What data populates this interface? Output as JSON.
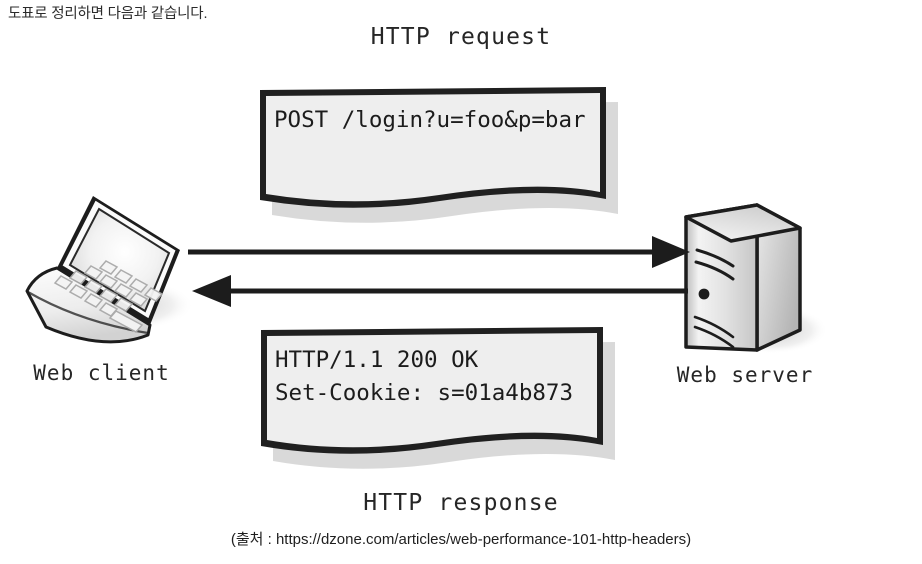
{
  "page": {
    "intro_text": "도표로 정리하면 다음과 같습니다.",
    "source_caption": "(출처 : https://dzone.com/articles/web-performance-101-http-headers)",
    "background_color": "#ffffff",
    "ink_color": "#1a1a1a"
  },
  "diagram": {
    "headings": {
      "request": "HTTP request",
      "response": "HTTP response"
    },
    "nodes": [
      {
        "id": "client",
        "label": "Web client",
        "icon": "laptop-icon"
      },
      {
        "id": "server",
        "label": "Web server",
        "icon": "server-tower-icon"
      }
    ],
    "arrows": [
      {
        "id": "request-arrow",
        "direction": "right",
        "from": "client",
        "to": "server",
        "color": "#1c1c1c"
      },
      {
        "id": "response-arrow",
        "direction": "left",
        "from": "server",
        "to": "client",
        "color": "#1c1c1c"
      }
    ],
    "messages": [
      {
        "id": "request-message",
        "lines": [
          "POST /login?u=foo&p=bar"
        ],
        "text": "POST /login?u=foo&p=bar",
        "fill": "#eeeeee",
        "border": "#1c1c1c"
      },
      {
        "id": "response-message",
        "lines": [
          "HTTP/1.1 200 OK",
          "Set-Cookie: s=01a4b873"
        ],
        "text": "HTTP/1.1 200 OK\nSet-Cookie: s=01a4b873",
        "fill": "#eeeeee",
        "border": "#1c1c1c"
      }
    ]
  }
}
